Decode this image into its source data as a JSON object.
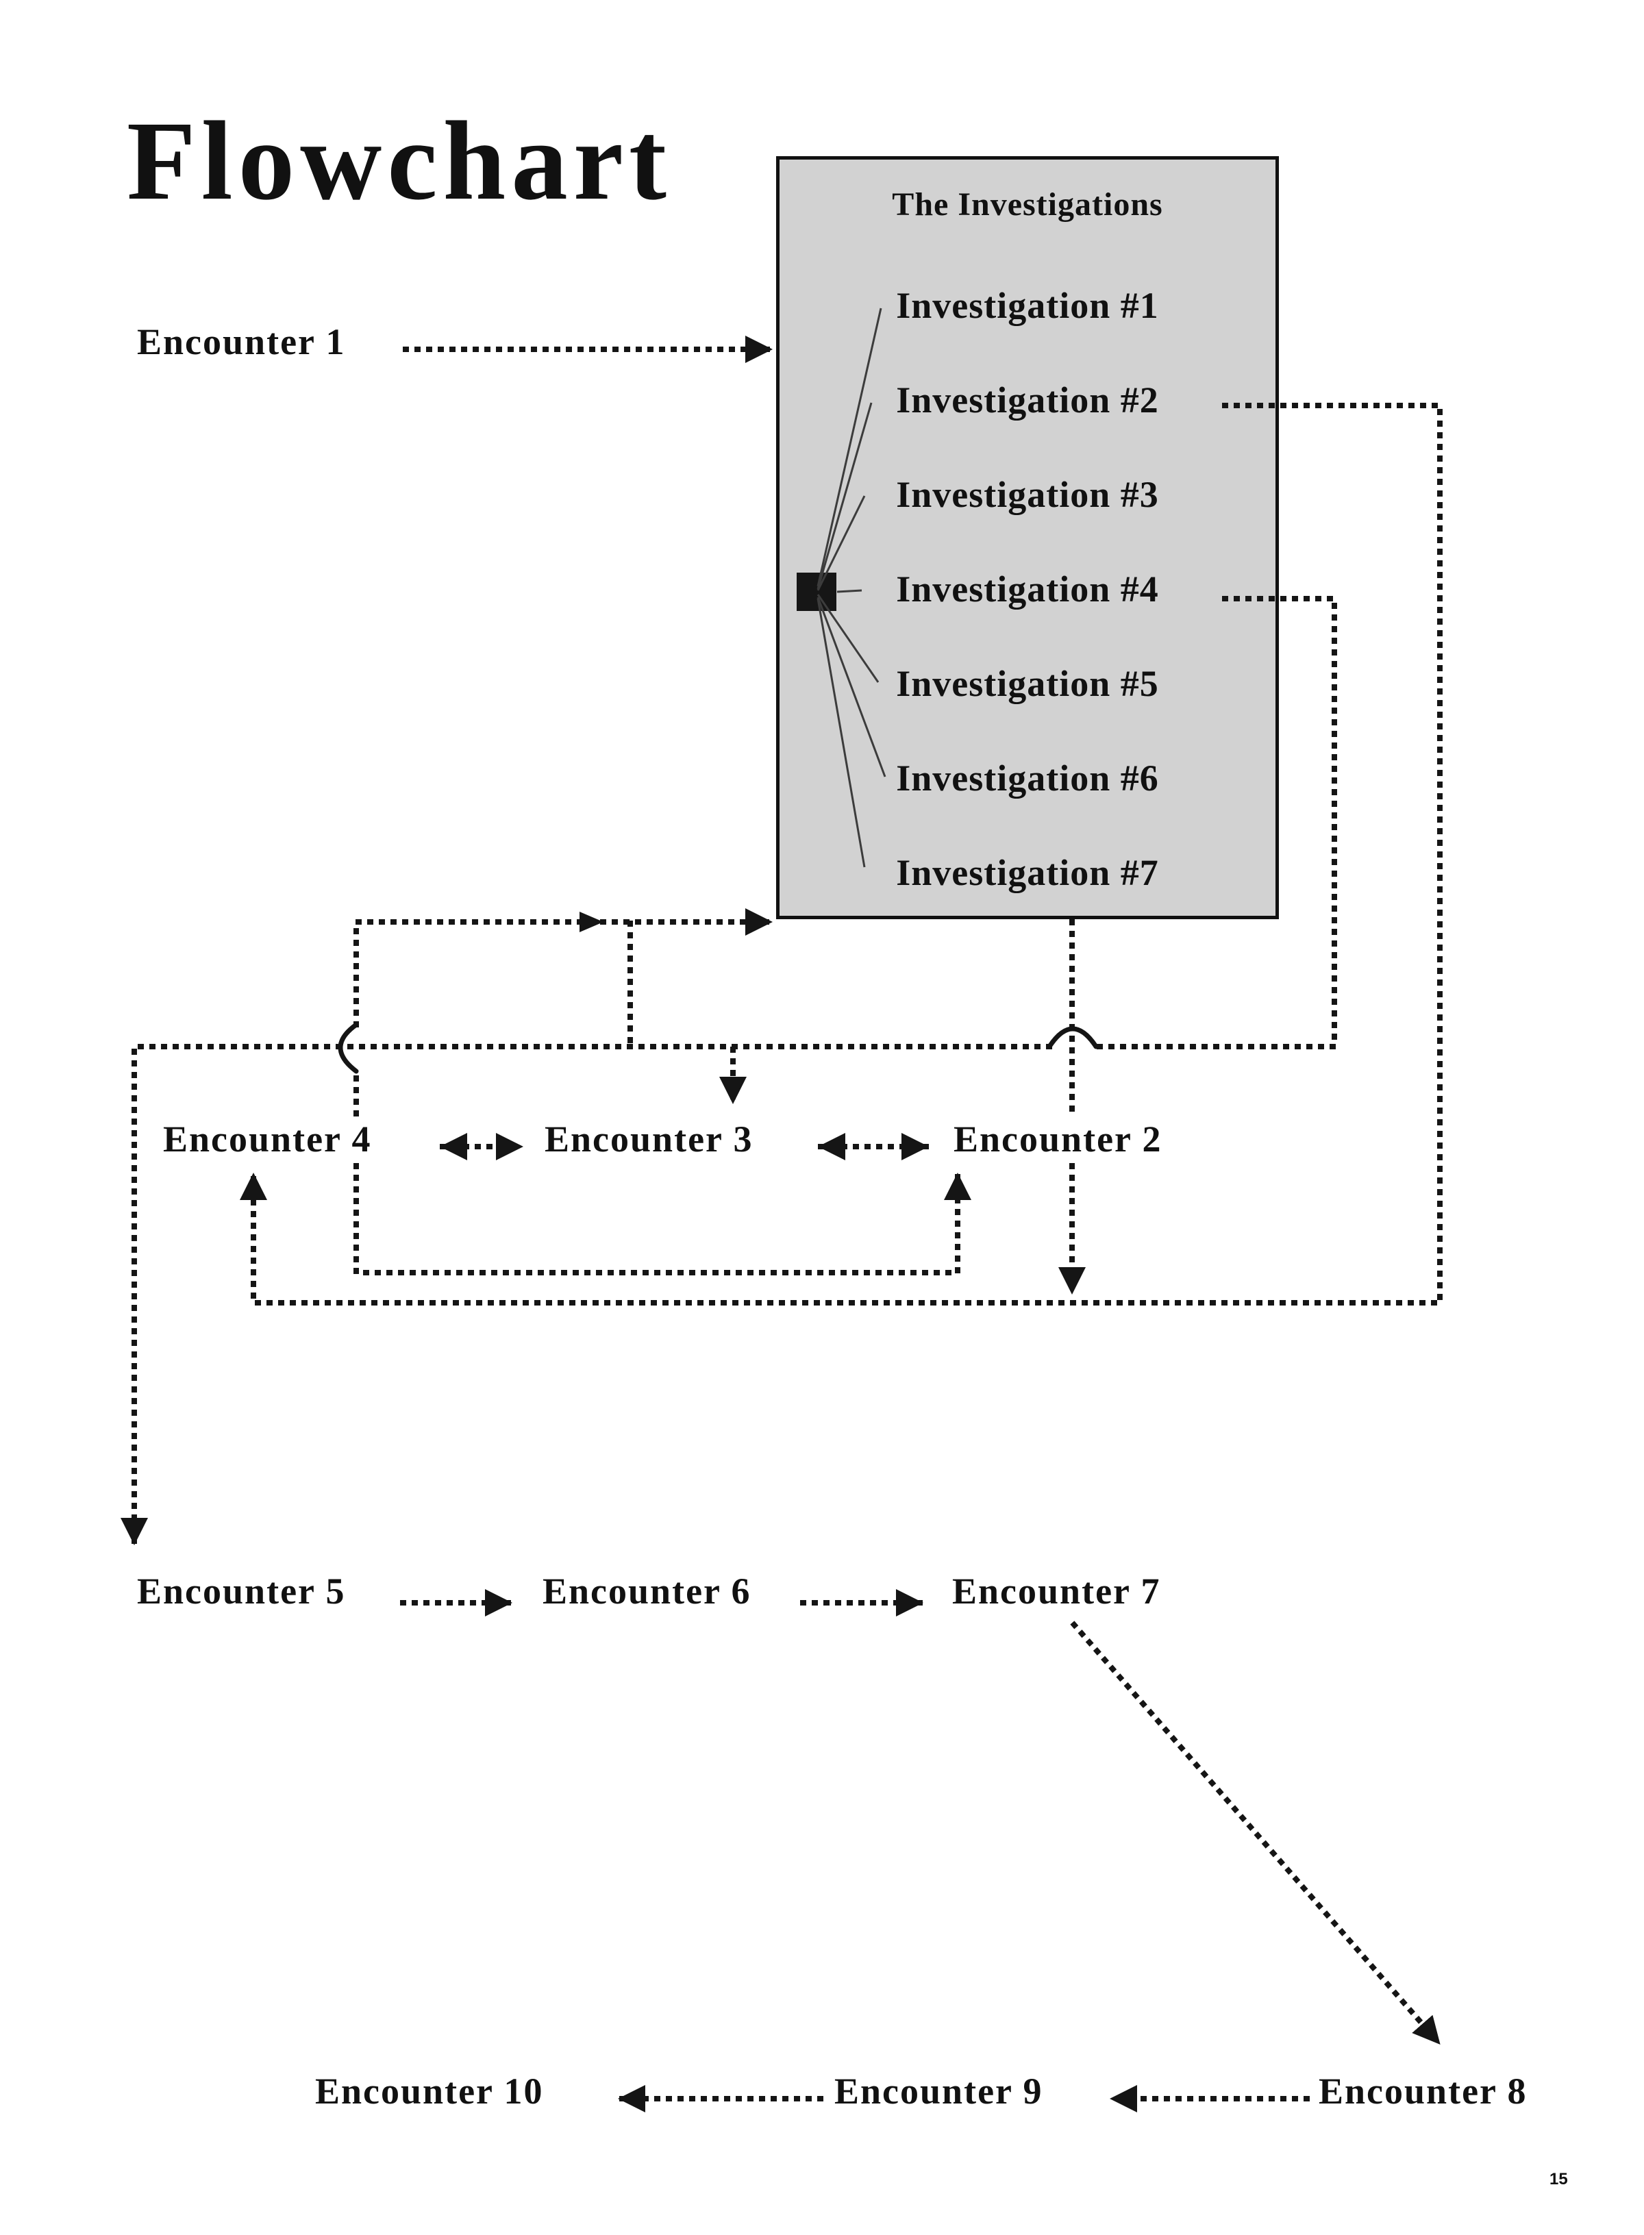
{
  "page": {
    "title": "Flowchart",
    "page_number": "15"
  },
  "investigations_box": {
    "title": "The Investigations",
    "items": [
      "Investigation #1",
      "Investigation #2",
      "Investigation #3",
      "Investigation #4",
      "Investigation #5",
      "Investigation #6",
      "Investigation #7"
    ]
  },
  "encounters": {
    "e1": "Encounter 1",
    "e2": "Encounter 2",
    "e3": "Encounter 3",
    "e4": "Encounter 4",
    "e5": "Encounter 5",
    "e6": "Encounter 6",
    "e7": "Encounter 7",
    "e8": "Encounter 8",
    "e9": "Encounter 9",
    "e10": "Encounter 10"
  },
  "colors": {
    "box_fill": "#d2d2d2",
    "line": "#151515",
    "page_background": "#ffffff"
  }
}
